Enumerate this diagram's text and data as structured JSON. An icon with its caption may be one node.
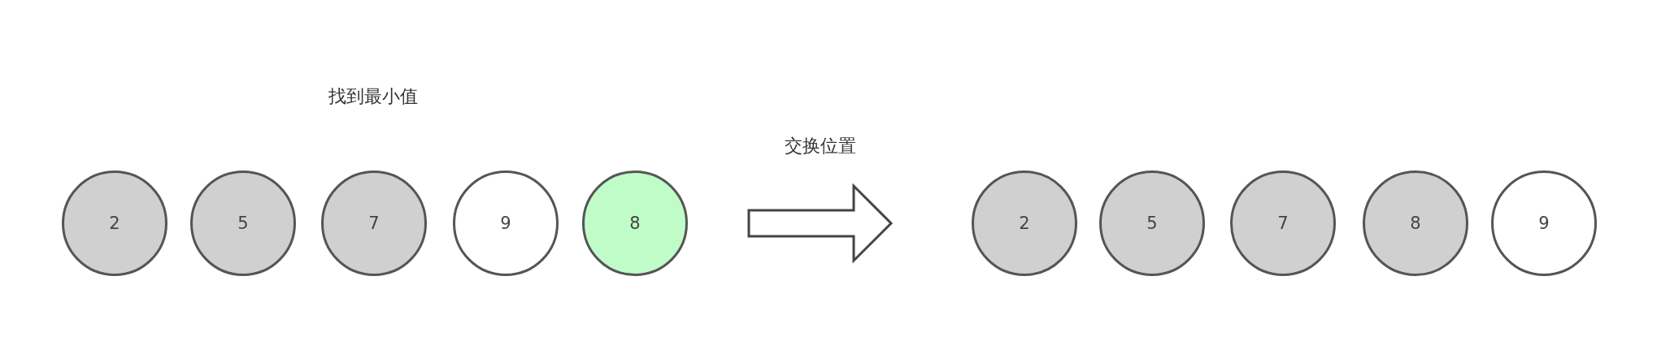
{
  "diagram": {
    "nodes": [
      {
        "text": [
          "2"
        ]
      },
      {
        "text": [
          "5"
        ]
      },
      {
        "text": [
          "7"
        ]
      },
      {
        "text": [
          "9"
        ]
      },
      {
        "text": [
          "8"
        ]
      },
      {
        "text": [
          "2"
        ]
      },
      {
        "text": [
          "5"
        ]
      },
      {
        "text": [
          "7"
        ]
      },
      {
        "text": [
          "8"
        ]
      },
      {
        "text": [
          "9"
        ]
      }
    ],
    "edges": [
      {
        "from": 4,
        "to": 5,
        "arrow": "to",
        "label": "交换位置"
      }
    ],
    "labels": [
      "找到最小值"
    ]
  }
}
